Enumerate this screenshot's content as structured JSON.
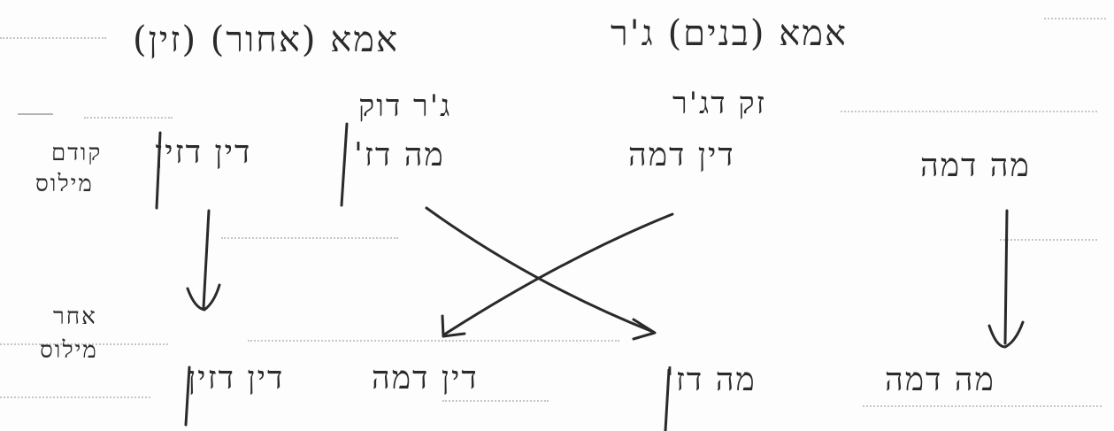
{
  "diagram": {
    "left_column": {
      "heading": "אמא (אחור) (זין)",
      "sub_top_1": "ג'ר דוק",
      "sub_top_2": "מה דז'"
    },
    "right_column": {
      "heading": "אמא (בנים) ג'ר",
      "sub_top_1": "זק דג'ר"
    },
    "side_labels": {
      "before_1": "קודם",
      "before_2": "מילוס",
      "after_1": "אחר",
      "after_2": "מילוס"
    },
    "top_row": {
      "left_term": "דין דזין",
      "center_term": "דין דמה",
      "right_term": "מה דמה"
    },
    "bottom_row": {
      "term_1": "דין דזין",
      "term_2": "דין דמה",
      "term_3": "מה דז'",
      "term_4": "מה דמה"
    },
    "ink_color": "#2a2a2a"
  }
}
